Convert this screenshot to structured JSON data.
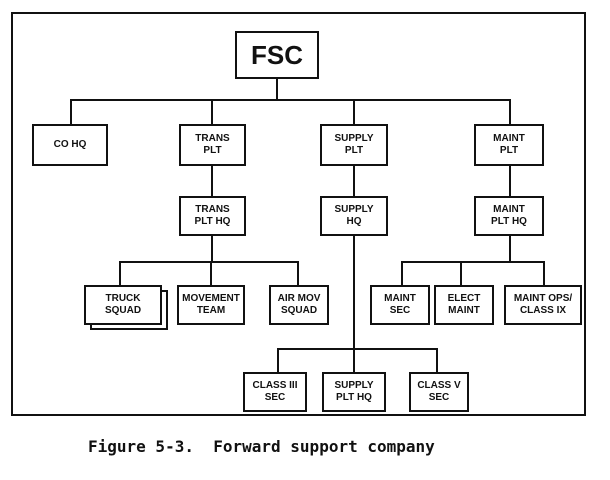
{
  "diagram": {
    "nodes": {
      "fsc": "FSC",
      "co_hq": "CO HQ",
      "trans_plt": "TRANS\nPLT",
      "supply_plt": "SUPPLY\nPLT",
      "maint_plt": "MAINT\nPLT",
      "trans_plt_hq": "TRANS\nPLT HQ",
      "supply_hq": "SUPPLY\nHQ",
      "maint_plt_hq": "MAINT\nPLT HQ",
      "truck_squad": "TRUCK\nSQUAD",
      "movement_team": "MOVEMENT\nTEAM",
      "air_mov_squad": "AIR MOV\nSQUAD",
      "maint_sec": "MAINT\nSEC",
      "elect_maint": "ELECT\nMAINT",
      "maint_ops_class_ix": "MAINT OPS/\nCLASS IX",
      "class_iii_sec": "CLASS III\nSEC",
      "supply_plt_hq": "SUPPLY\nPLT HQ",
      "class_v_sec": "CLASS V\nSEC"
    }
  },
  "caption": "Figure 5-3.  Forward support company"
}
